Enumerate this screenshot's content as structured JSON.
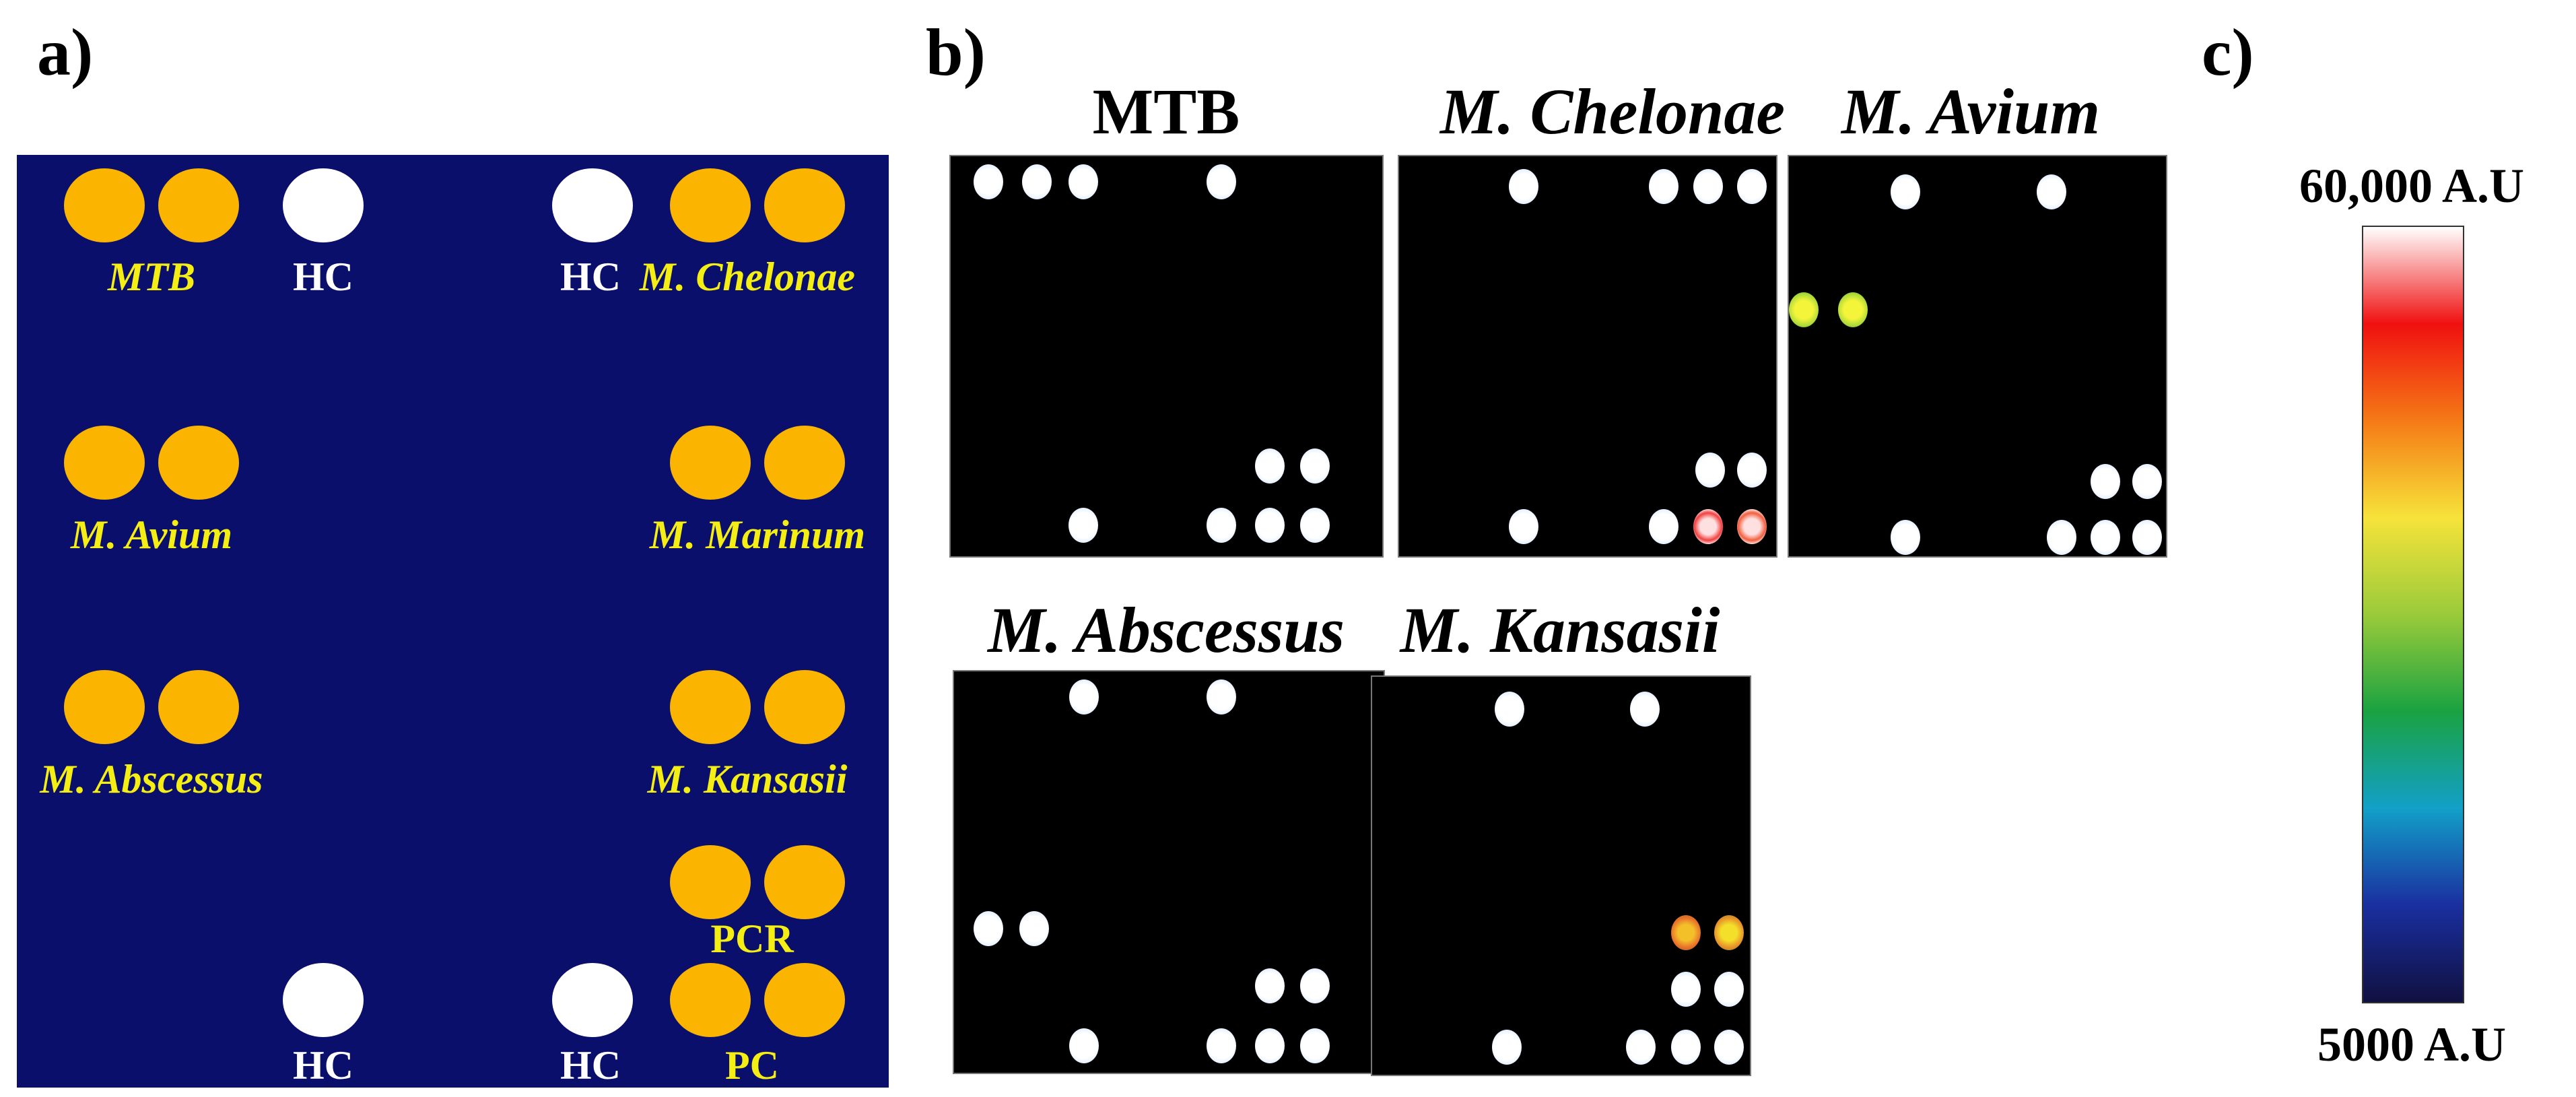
{
  "panel_a": {
    "label": "a)",
    "labels": {
      "mtb": "MTB",
      "hc_top_left": "HC",
      "hc_top_right": "HC",
      "chelonae": "M. Chelonae",
      "avium": "M. Avium",
      "marinum": "M. Marinum",
      "abscessus": "M. Abscessus",
      "kansasii": "M. Kansasii",
      "pcr": "PCR",
      "hc_bottom_left": "HC",
      "hc_bottom_right": "HC",
      "pc": "PC"
    },
    "colors": {
      "background": "#0a0f6b",
      "capture_spot": "#fbb400",
      "hc_spot": "#ffffff",
      "label": "#f4ee14"
    }
  },
  "panel_b": {
    "label": "b)",
    "scans": [
      {
        "title": "MTB"
      },
      {
        "title": "M. Chelonae"
      },
      {
        "title": "M. Avium"
      },
      {
        "title": "M. Abscessus"
      },
      {
        "title": "M. Kansasii"
      }
    ]
  },
  "panel_c": {
    "label": "c)",
    "max_label": "60,000 A.U",
    "min_label": "5000 A.U",
    "gradient_colors": [
      "#ffffff",
      "#f01010",
      "#f57a16",
      "#f6e33a",
      "#9acb3a",
      "#1aa241",
      "#12a0c8",
      "#1a2fa0",
      "#101040"
    ]
  }
}
